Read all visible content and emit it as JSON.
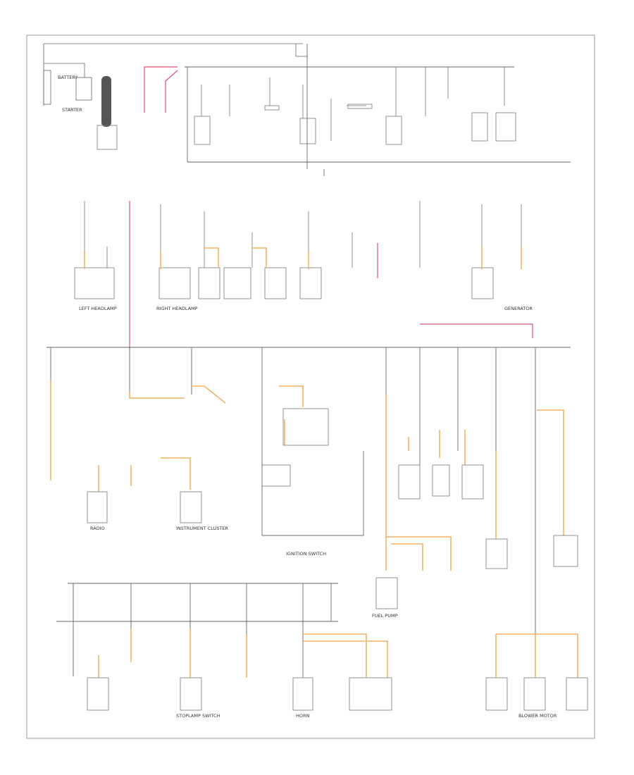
{
  "colors": {
    "wire": "#666666",
    "wire_red": "#e05070",
    "wire_orange": "#f2b266",
    "border": "#888888",
    "component": "#777777"
  },
  "labels": {
    "battery": "BATTERY",
    "starter": "STARTER",
    "generator": "GENERATOR",
    "left_headlamp": "LEFT HEADLAMP",
    "right_headlamp": "RIGHT HEADLAMP",
    "radio": "RADIO",
    "horn": "HORN",
    "ignition_switch": "IGNITION SWITCH",
    "instrument_cluster": "INSTRUMENT CLUSTER",
    "stoplamp_switch": "STOPLAMP SWITCH",
    "blower_motor": "BLOWER MOTOR",
    "fuel_pump": "FUEL PUMP"
  }
}
